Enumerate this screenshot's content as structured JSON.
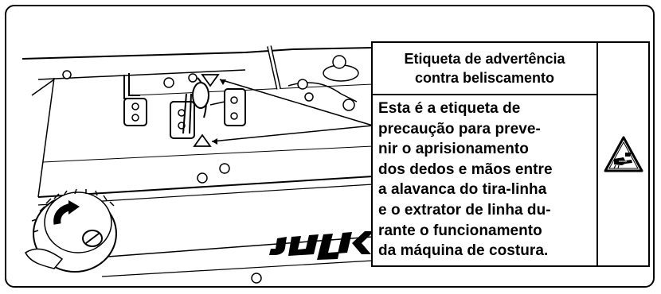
{
  "label": {
    "title": "Etiqueta de advertência\ncontra beliscamento",
    "body": "Esta é a etiqueta de\nprecaução para preve-\nnir o aprisionamento\ndos dedos e mãos entre\na alavanca do tira-linha\ne o extrator de linha du-\nrante o funcionamento\nda máquina de costura."
  },
  "machine": {
    "brand_text": "JUKI"
  },
  "icons": {
    "warning": "hand-pinch-warning-icon",
    "handwheel_arrow": "rotation-arrow-icon"
  }
}
